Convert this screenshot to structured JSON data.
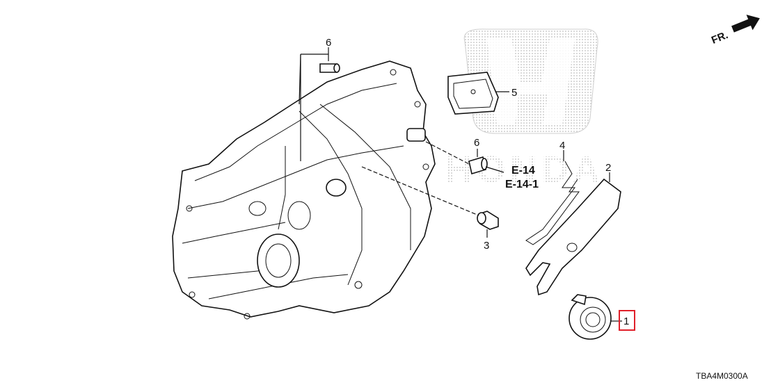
{
  "direction_label": "FR.",
  "diagram_code": "TBA4M0300A",
  "brand_watermark": "HONDA",
  "callouts": {
    "p1": "1",
    "p2": "2",
    "p3": "3",
    "p4": "4",
    "p5": "5",
    "p6_top": "6",
    "p6_mid": "6"
  },
  "references": {
    "e14": "E-14",
    "e14_1": "E-14-1"
  },
  "colors": {
    "highlight_box": "#e0202a",
    "watermark": "#c8c8c8",
    "ink": "#111111"
  },
  "highlighted_part": "1"
}
